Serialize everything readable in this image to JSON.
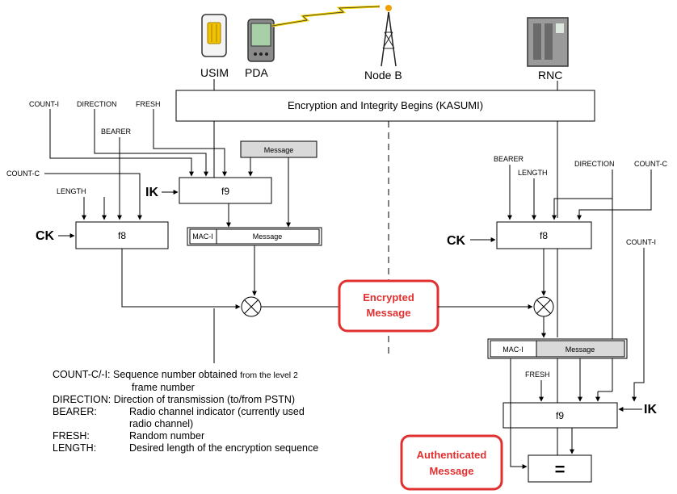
{
  "devices": {
    "usim": "USIM",
    "pda": "PDA",
    "node_b": "Node B",
    "rnc": "RNC"
  },
  "banner": "Encryption and Integrity Begins (KASUMI)",
  "left": {
    "count_i": "COUNT-I",
    "direction": "DIRECTION",
    "fresh": "FRESH",
    "bearer": "BEARER",
    "count_c": "COUNT-C",
    "length": "LENGTH",
    "message": "Message",
    "ik": "IK",
    "f9": "f9",
    "ck": "CK",
    "f8": "f8",
    "mac_i": "MAC-I",
    "mac_message": "Message"
  },
  "right": {
    "bearer": "BEARER",
    "length": "LENGTH",
    "direction": "DIRECTION",
    "count_c": "COUNT-C",
    "ck": "CK",
    "f8": "f8",
    "count_i": "COUNT-I",
    "mac_i": "MAC-I",
    "mac_message": "Message",
    "fresh": "FRESH",
    "f9": "f9",
    "ik": "IK",
    "equals": "="
  },
  "encrypted": {
    "line1": "Encrypted",
    "line2": "Message"
  },
  "authenticated": {
    "line1": "Authenticated",
    "line2": "Message"
  },
  "legend": [
    {
      "term": "COUNT-C/-I:",
      "desc": "Sequence number obtained",
      "desc_small": "from the level 2",
      "desc2": "frame number"
    },
    {
      "term": "DIRECTION:",
      "desc": "Direction of transmission (to/from PSTN)"
    },
    {
      "term": "BEARER:",
      "desc": "Radio channel indicator (currently used",
      "desc2": "radio channel)"
    },
    {
      "term": "FRESH:",
      "desc": "Random number"
    },
    {
      "term": "LENGTH:",
      "desc": "Desired length of the encryption sequence"
    }
  ],
  "colors": {
    "highlight_red": "#e03030",
    "message_gray": "#d9d9d9"
  }
}
